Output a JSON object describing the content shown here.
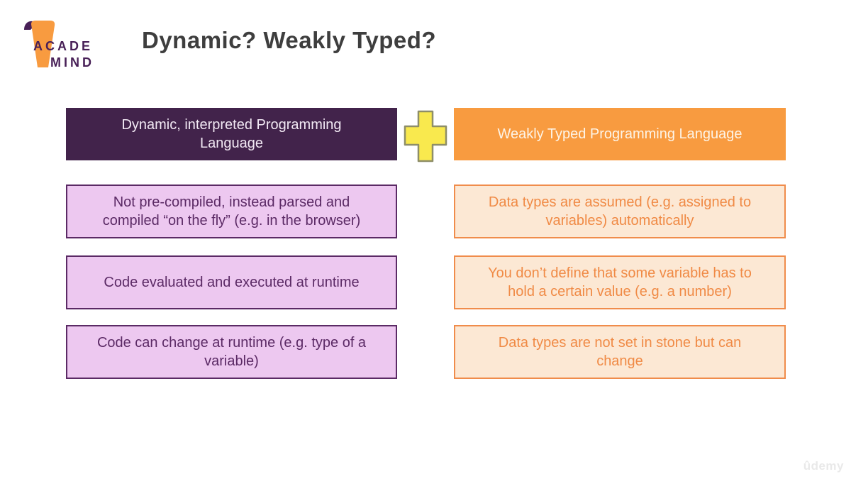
{
  "slide": {
    "title": "Dynamic? Weakly Typed?",
    "logo": {
      "line1": "ACADE",
      "line2": "MIND"
    },
    "left_column": {
      "header": "Dynamic, interpreted Programming Language",
      "items": [
        "Not pre-compiled, instead parsed and compiled “on the fly” (e.g. in the browser)",
        "Code evaluated and executed at runtime",
        "Code can change at runtime (e.g. type of a variable)"
      ]
    },
    "right_column": {
      "header": "Weakly Typed Programming Language",
      "items": [
        "Data types are assumed (e.g. assigned to variables) automatically",
        "You don’t define that some variable has to hold a certain value (e.g. a number)",
        "Data types are not set in stone but can change"
      ]
    },
    "watermark": "ûdemy",
    "colors": {
      "purple_dark": "#42234B",
      "orange": "#F89B40",
      "lavender_fill": "#EDC8F0",
      "lavender_border": "#5B2A65",
      "peach_fill": "#FCE8D4",
      "peach_border": "#F08C4B",
      "plus_yellow": "#F9E94E",
      "title_gray": "#3E3E3E"
    }
  }
}
